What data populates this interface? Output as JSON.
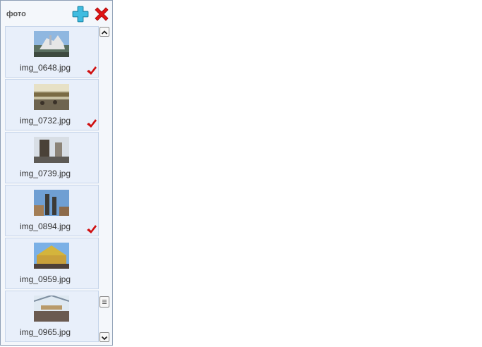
{
  "panel": {
    "title": "фото",
    "add_icon": "plus-icon",
    "delete_icon": "close-icon",
    "colors": {
      "add": "#2fa6c9",
      "delete": "#e01414",
      "check": "#d01010"
    }
  },
  "items": [
    {
      "filename": "img_0648.jpg",
      "checked": true
    },
    {
      "filename": "img_0732.jpg",
      "checked": true
    },
    {
      "filename": "img_0739.jpg",
      "checked": false
    },
    {
      "filename": "img_0894.jpg",
      "checked": true
    },
    {
      "filename": "img_0959.jpg",
      "checked": false
    },
    {
      "filename": "img_0965.jpg",
      "checked": false
    }
  ],
  "scrollbar": {
    "up_icon": "chevron-up-icon",
    "down_icon": "chevron-down-icon",
    "grip_icon": "grip-icon"
  }
}
